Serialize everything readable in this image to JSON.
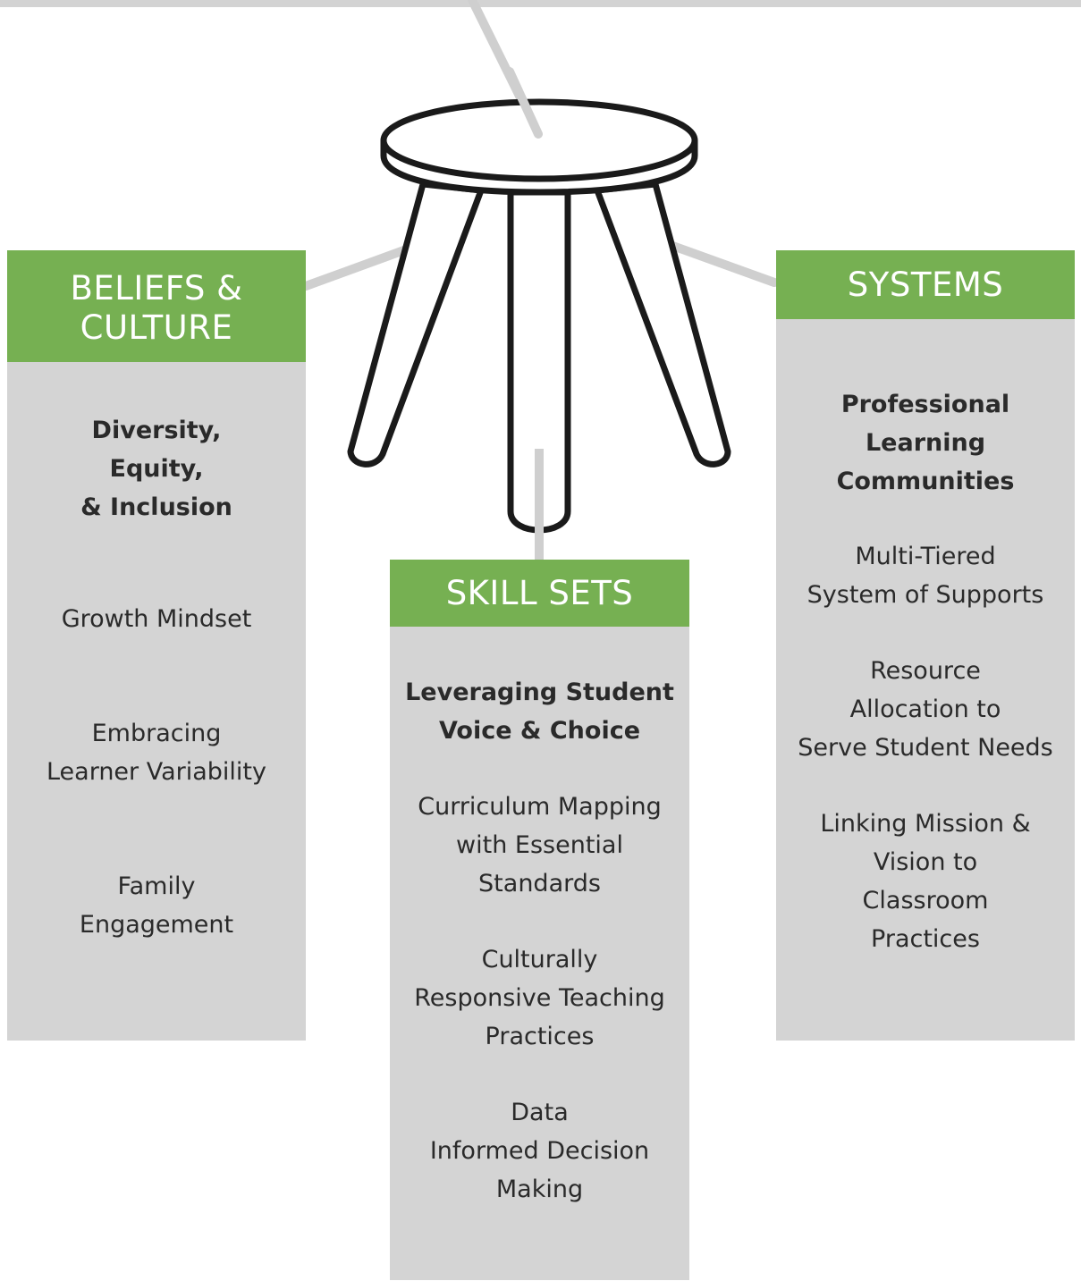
{
  "columns": {
    "beliefs": {
      "heading": "BELIEFS &\nCULTURE",
      "items": [
        {
          "text": "Diversity,\nEquity,\n& Inclusion",
          "bold": true
        },
        {
          "text": "Growth Mindset",
          "bold": false
        },
        {
          "text": "Embracing\nLearner Variability",
          "bold": false
        },
        {
          "text": "Family\nEngagement",
          "bold": false
        }
      ]
    },
    "skills": {
      "heading": "SKILL SETS",
      "items": [
        {
          "text": "Leveraging Student\nVoice & Choice",
          "bold": true
        },
        {
          "text": "Curriculum Mapping\nwith Essential\nStandards",
          "bold": false
        },
        {
          "text": "Culturally\nResponsive Teaching\nPractices",
          "bold": false
        },
        {
          "text": "Data\nInformed Decision\nMaking",
          "bold": false
        }
      ]
    },
    "systems": {
      "heading": "SYSTEMS",
      "items": [
        {
          "text": "Professional\nLearning\nCommunities",
          "bold": true
        },
        {
          "text": "Multi-Tiered\nSystem of Supports",
          "bold": false
        },
        {
          "text": "Resource\nAllocation to\nServe Student Needs",
          "bold": false
        },
        {
          "text": "Linking Mission &\nVision to\nClassroom\nPractices",
          "bold": false
        }
      ]
    }
  },
  "colors": {
    "header_green": "#76b052",
    "panel_gray": "#d4d4d4",
    "connector_gray": "#cfcfcf",
    "stool_outline": "#1a1a1a"
  },
  "icons": {
    "stool": "three-legged-stool-icon"
  }
}
